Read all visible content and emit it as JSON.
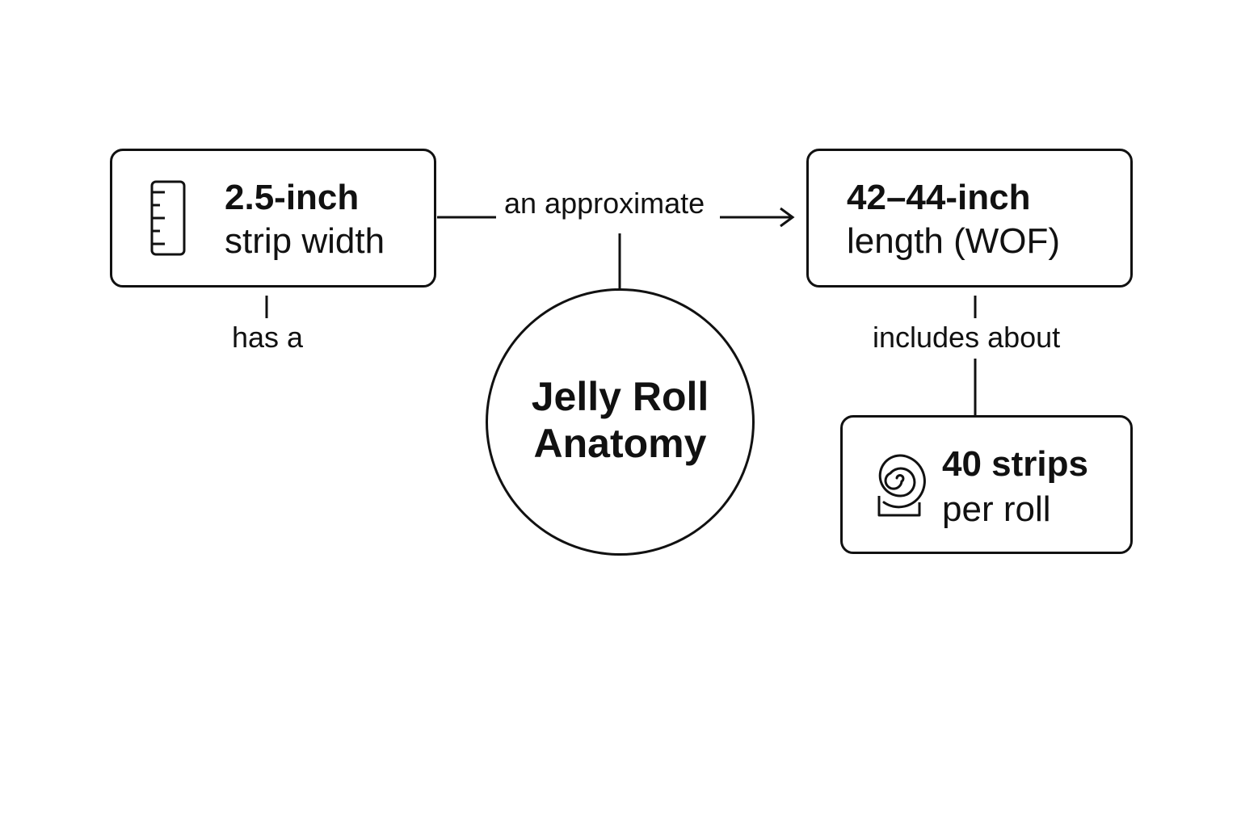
{
  "center": {
    "title_line1": "Jelly Roll",
    "title_line2": "Anatomy"
  },
  "nodes": {
    "strip_width": {
      "value": "2.5-inch",
      "label": "strip width",
      "icon": "ruler-icon"
    },
    "length": {
      "value": "42–44-inch",
      "label": "length (WOF)"
    },
    "strips": {
      "value": "40 strips",
      "label": "per roll",
      "icon": "fabric-roll-icon"
    }
  },
  "edges": {
    "has_a": "has a",
    "approximate": "an approximate",
    "includes_about": "includes about"
  },
  "colors": {
    "stroke": "#111111",
    "background": "#ffffff"
  }
}
